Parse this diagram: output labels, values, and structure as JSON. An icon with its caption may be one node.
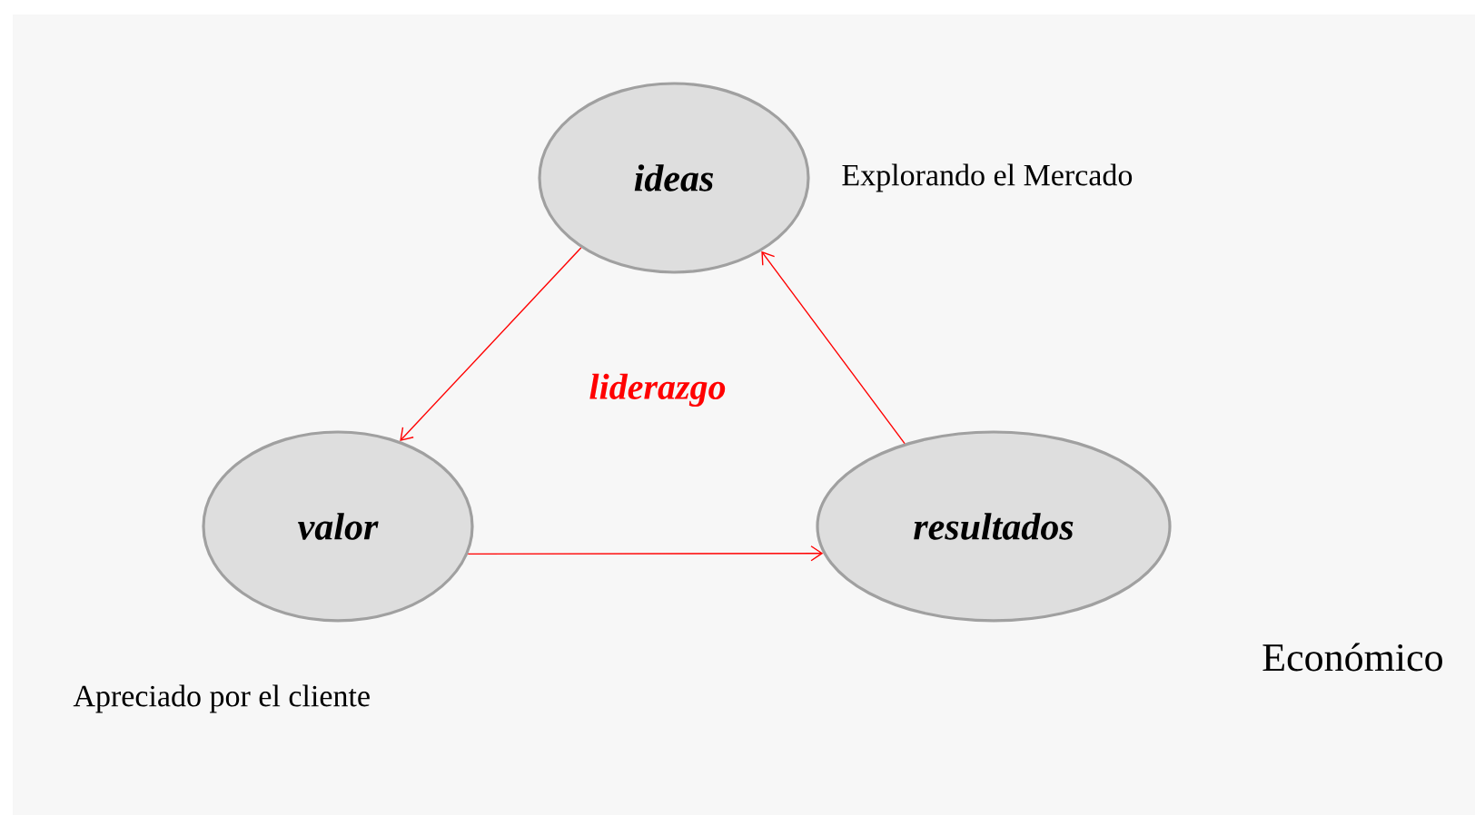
{
  "diagram": {
    "nodes": [
      {
        "text": [
          "ideas"
        ],
        "beside": [
          "Explorando el Mercado"
        ]
      },
      {
        "text": [
          "valor"
        ],
        "beside": [
          "Apreciado por el cliente"
        ]
      },
      {
        "text": [
          "resultados"
        ]
      }
    ],
    "edges": [
      {
        "from": 0,
        "to": 1,
        "arrow": "to"
      },
      {
        "from": 1,
        "to": 2,
        "arrow": "to"
      },
      {
        "from": 2,
        "to": 0,
        "arrow": "to"
      }
    ],
    "labels": [
      "liderazgo",
      "Económico"
    ]
  }
}
